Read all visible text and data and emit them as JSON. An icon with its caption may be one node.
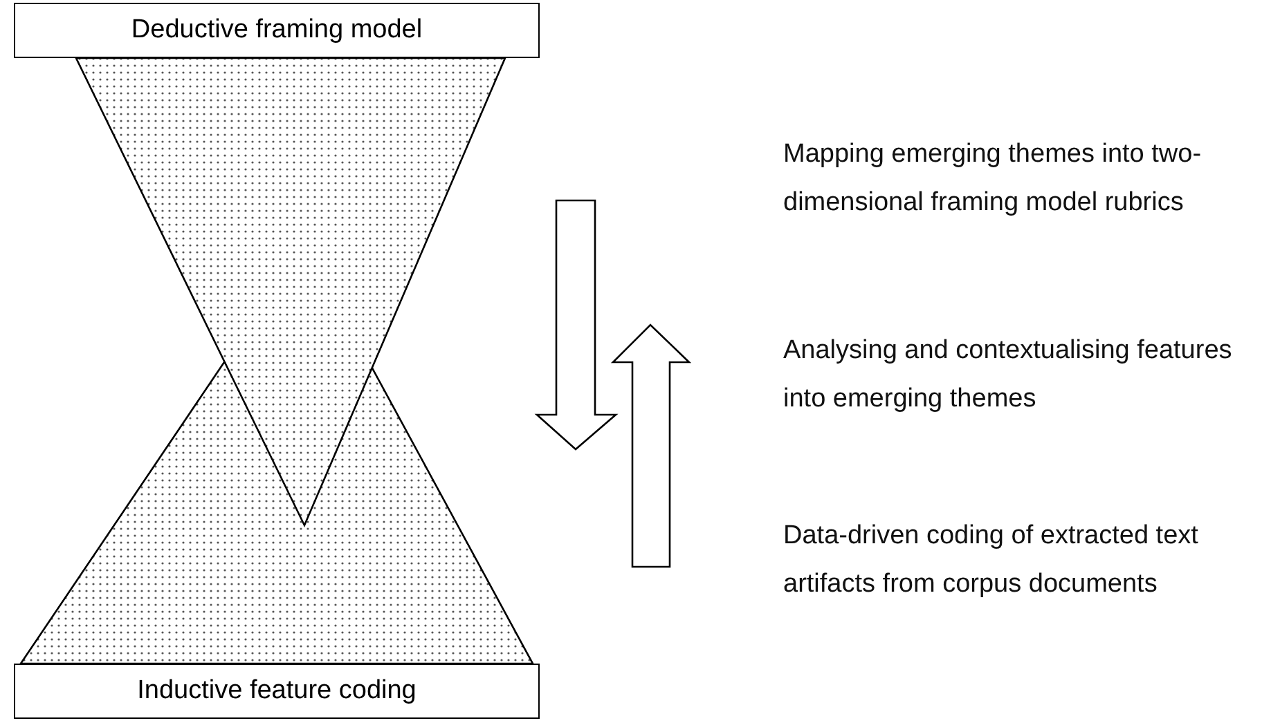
{
  "diagram": {
    "nodes": [
      {
        "text": [
          "Deductive framing model"
        ]
      },
      {
        "text": [
          "Inductive feature coding"
        ]
      }
    ],
    "labels": [
      "Mapping emerging themes into two-dimensional framing model rubrics",
      "Analysing and contextualising features into emerging themes",
      "Data-driven coding of extracted text artifacts from corpus documents"
    ]
  }
}
